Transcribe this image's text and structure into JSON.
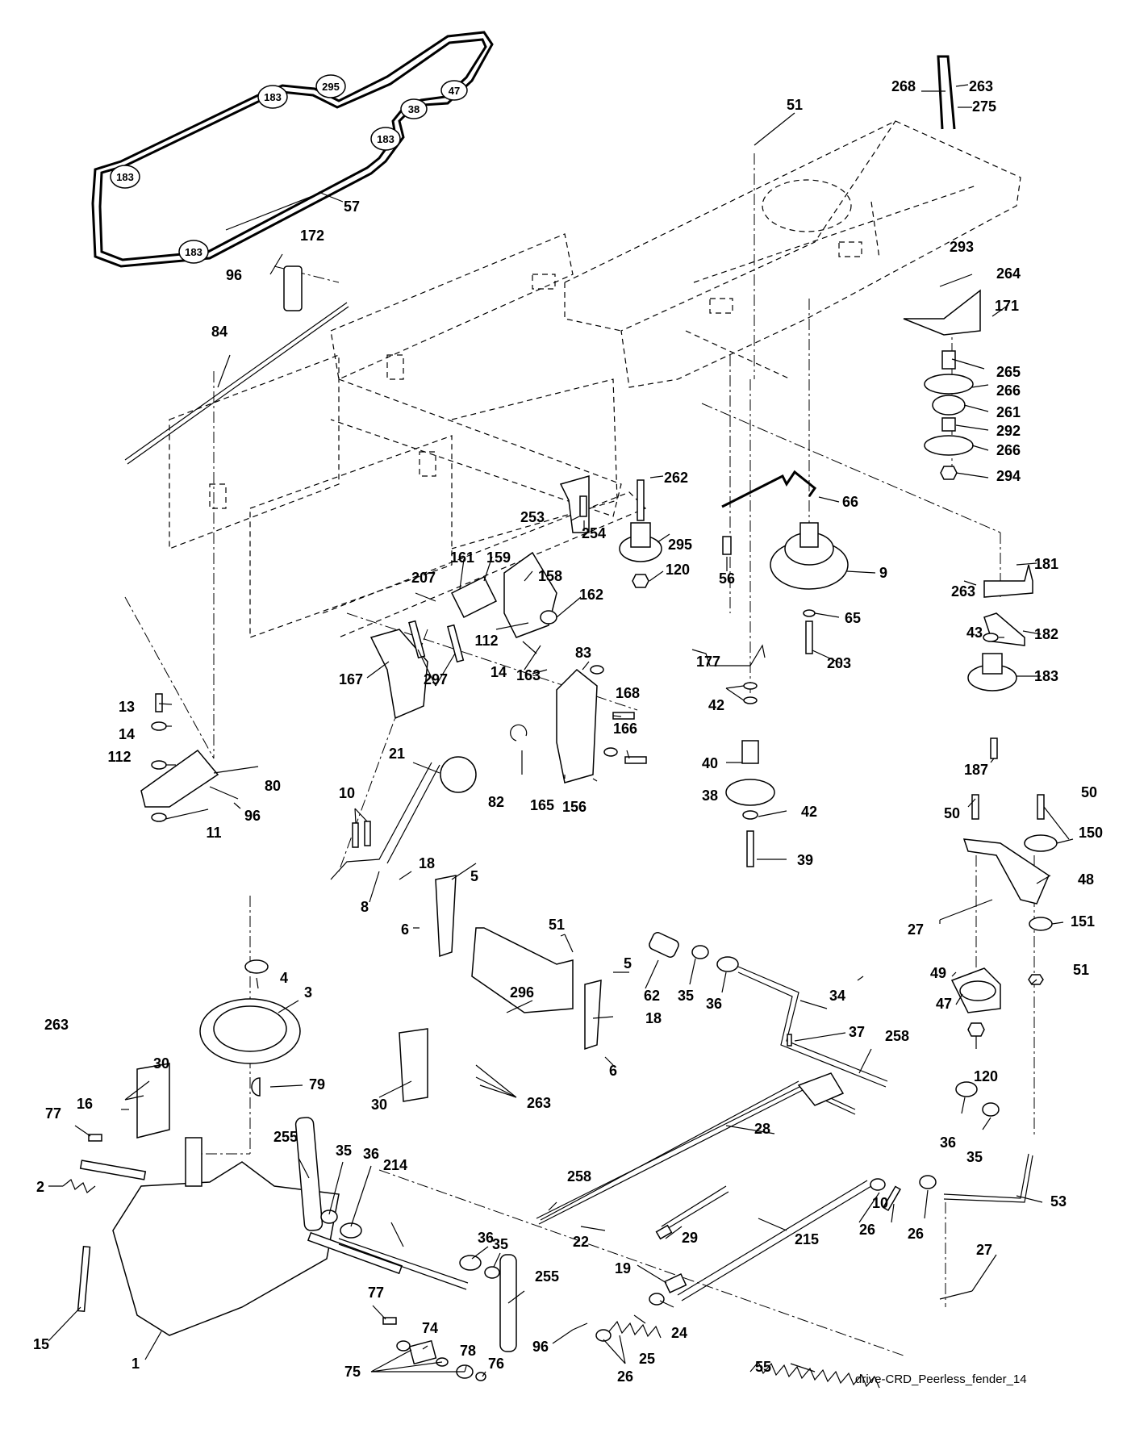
{
  "caption": "drive-CRD_Peerless_fender_14",
  "belt_pulleys": [
    "183",
    "183",
    "183",
    "295",
    "47",
    "38",
    "183"
  ],
  "callouts": [
    "1",
    "2",
    "3",
    "4",
    "5",
    "5",
    "6",
    "6",
    "8",
    "9",
    "10",
    "10",
    "11",
    "13",
    "14",
    "14",
    "15",
    "16",
    "18",
    "18",
    "19",
    "21",
    "22",
    "24",
    "25",
    "26",
    "26",
    "26",
    "27",
    "27",
    "28",
    "29",
    "30",
    "30",
    "34",
    "35",
    "35",
    "35",
    "35",
    "36",
    "36",
    "36",
    "36",
    "37",
    "38",
    "39",
    "40",
    "42",
    "42",
    "43",
    "47",
    "48",
    "49",
    "50",
    "50",
    "51",
    "51",
    "51",
    "53",
    "55",
    "56",
    "57",
    "62",
    "65",
    "66",
    "74",
    "75",
    "76",
    "77",
    "77",
    "78",
    "79",
    "80",
    "82",
    "83",
    "84",
    "96",
    "96",
    "96",
    "112",
    "112",
    "120",
    "120",
    "150",
    "151",
    "156",
    "158",
    "159",
    "161",
    "162",
    "163",
    "165",
    "166",
    "167",
    "168",
    "171",
    "172",
    "177",
    "181",
    "182",
    "183",
    "187",
    "203",
    "207",
    "214",
    "215",
    "253",
    "254",
    "255",
    "255",
    "258",
    "258",
    "261",
    "262",
    "263",
    "263",
    "263",
    "263",
    "264",
    "265",
    "266",
    "266",
    "268",
    "275",
    "292",
    "293",
    "294",
    "295",
    "296",
    "297"
  ]
}
